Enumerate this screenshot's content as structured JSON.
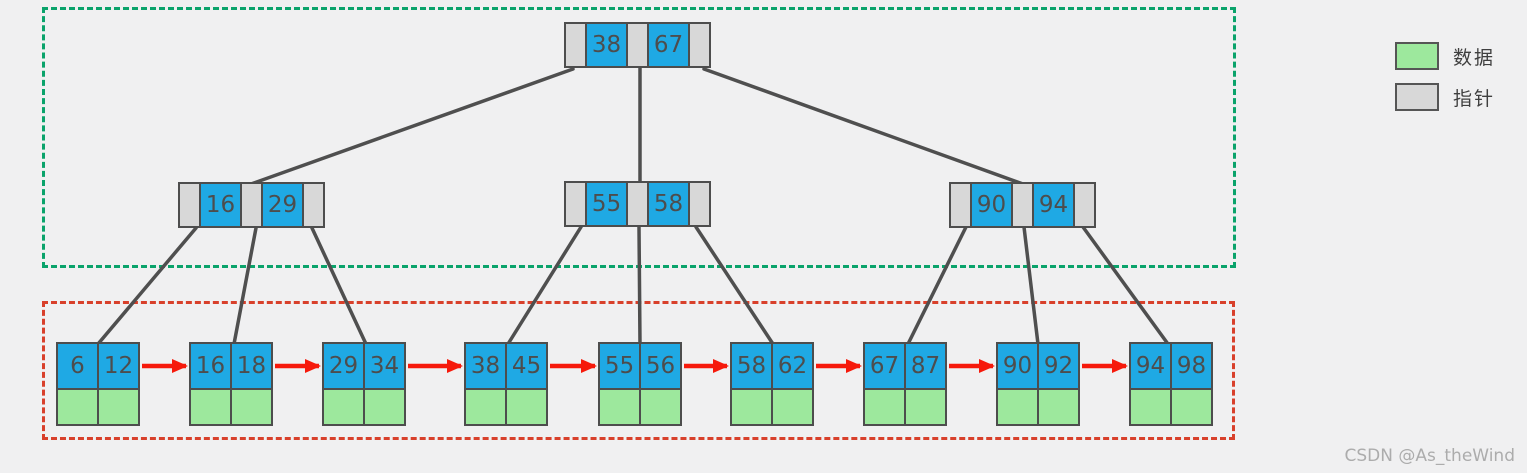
{
  "nodes": {
    "root": {
      "keys": [
        "38",
        "67"
      ]
    },
    "internals": [
      {
        "keys": [
          "16",
          "29"
        ]
      },
      {
        "keys": [
          "55",
          "58"
        ]
      },
      {
        "keys": [
          "90",
          "94"
        ]
      }
    ],
    "leaves": [
      {
        "keys": [
          "6",
          "12"
        ]
      },
      {
        "keys": [
          "16",
          "18"
        ]
      },
      {
        "keys": [
          "29",
          "34"
        ]
      },
      {
        "keys": [
          "38",
          "45"
        ]
      },
      {
        "keys": [
          "55",
          "56"
        ]
      },
      {
        "keys": [
          "58",
          "62"
        ]
      },
      {
        "keys": [
          "67",
          "87"
        ]
      },
      {
        "keys": [
          "90",
          "92"
        ]
      },
      {
        "keys": [
          "94",
          "98"
        ]
      }
    ]
  },
  "legend": {
    "items": [
      {
        "label": "数据",
        "swatch": "data-cell"
      },
      {
        "label": "指针",
        "swatch": "pointer-cell"
      }
    ]
  },
  "watermark": "CSDN @As_theWind",
  "colors": {
    "key_cell": "#1fa9e4",
    "pointer_cell": "#d8d8d8",
    "data_cell": "#9de89d",
    "index_box_border": "#0aa36b",
    "leaf_box_border": "#d8402b",
    "link_arrow": "#f6190b",
    "tree_edge": "#4f4f4f",
    "background": "#f0f0f1"
  }
}
